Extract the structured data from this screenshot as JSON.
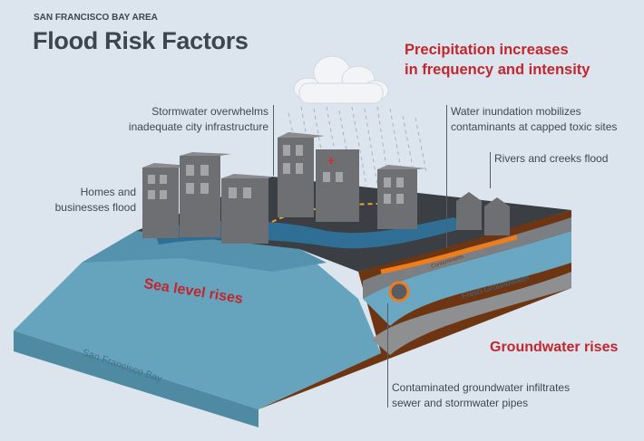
{
  "header": {
    "kicker": "SAN FRANCISCO BAY AREA",
    "title": "Flood Risk Factors"
  },
  "callouts": {
    "precipitation": [
      "Precipitation increases",
      "in frequency and intensity"
    ],
    "stormwater": [
      "Stormwater overwhelms",
      "inadequate city infrastructure"
    ],
    "inundation": [
      "Water inundation mobilizes",
      "contaminants at capped toxic sites"
    ],
    "rivers": "Rivers and creeks flood",
    "homes": [
      "Homes and",
      "businesses flood"
    ],
    "sea_level": "Sea level rises",
    "groundwater": "Groundwater rises",
    "contaminated": [
      "Contaminated groundwater infiltrates",
      "sewer and stormwater pipes"
    ]
  },
  "diagram_labels": {
    "bay": "San Francisco Bay",
    "fresh_groundwater": "Fresh Groundwater",
    "contaminants": "Contaminants"
  },
  "colors": {
    "accent_red": "#c1272d",
    "text_dark": "#3c4550",
    "bay_water": "#5f9fb8",
    "soil_brown": "#7a3b12",
    "contaminant_orange": "#f07d1a"
  }
}
